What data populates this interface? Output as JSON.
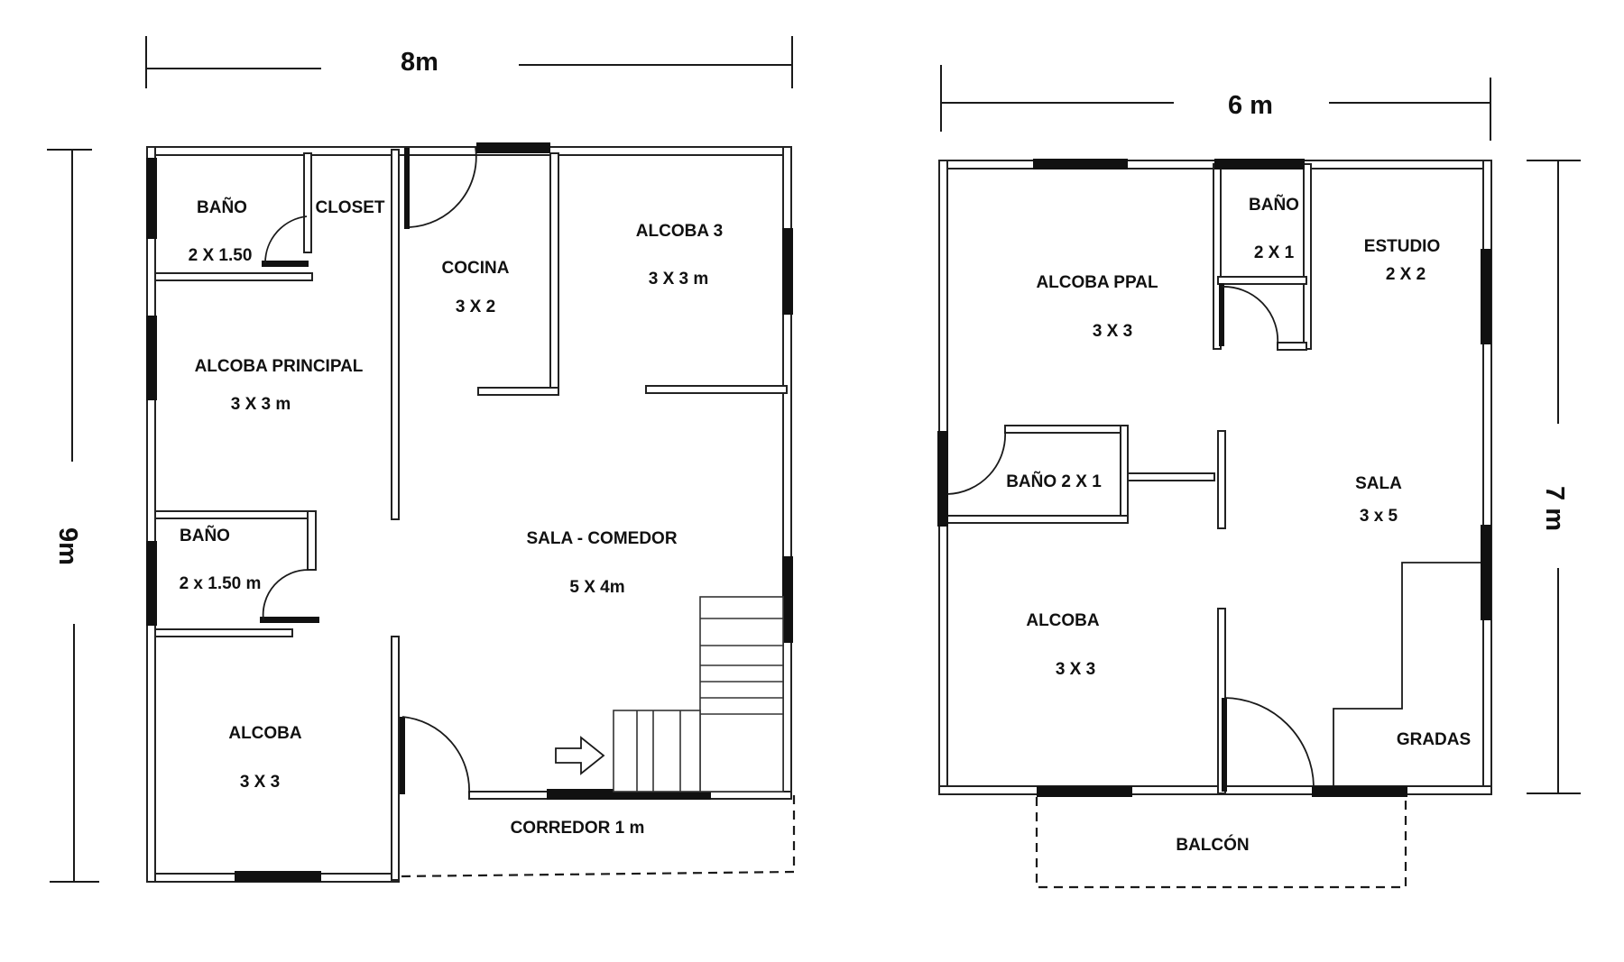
{
  "plan_1": {
    "width_label": "8m",
    "height_label": "9m",
    "rooms": {
      "bano_1": {
        "name": "BAÑO",
        "size": "2 X 1.50"
      },
      "closet": {
        "name": "CLOSET"
      },
      "cocina": {
        "name": "COCINA",
        "size": "3 X 2"
      },
      "alcoba_3": {
        "name": "ALCOBA 3",
        "size": "3 X 3 m"
      },
      "alcoba_principal": {
        "name": "ALCOBA PRINCIPAL",
        "size": "3 X 3 m"
      },
      "bano_2": {
        "name": "BAÑO",
        "size": "2 x 1.50 m"
      },
      "sala_comedor": {
        "name": "SALA - COMEDOR",
        "size": "5  X 4m"
      },
      "alcoba": {
        "name": "ALCOBA",
        "size": "3 X 3"
      },
      "corredor": {
        "name": "CORREDOR  1 m"
      }
    }
  },
  "plan_2": {
    "width_label": "6 m",
    "height_label": "7 m",
    "rooms": {
      "bano_1": {
        "name": "BAÑO",
        "size": "2 X 1"
      },
      "estudio": {
        "name": "ESTUDIO",
        "size": "2 X 2"
      },
      "alcoba_ppal": {
        "name": "ALCOBA  PPAL",
        "size": "3 X 3"
      },
      "bano_2": {
        "name": "BAÑO  2 X 1"
      },
      "sala": {
        "name": "SALA",
        "size": "3 x 5"
      },
      "alcoba": {
        "name": "ALCOBA",
        "size": "3 X 3"
      },
      "gradas": {
        "name": "GRADAS"
      },
      "balcon": {
        "name": "BALCÓN"
      }
    }
  }
}
